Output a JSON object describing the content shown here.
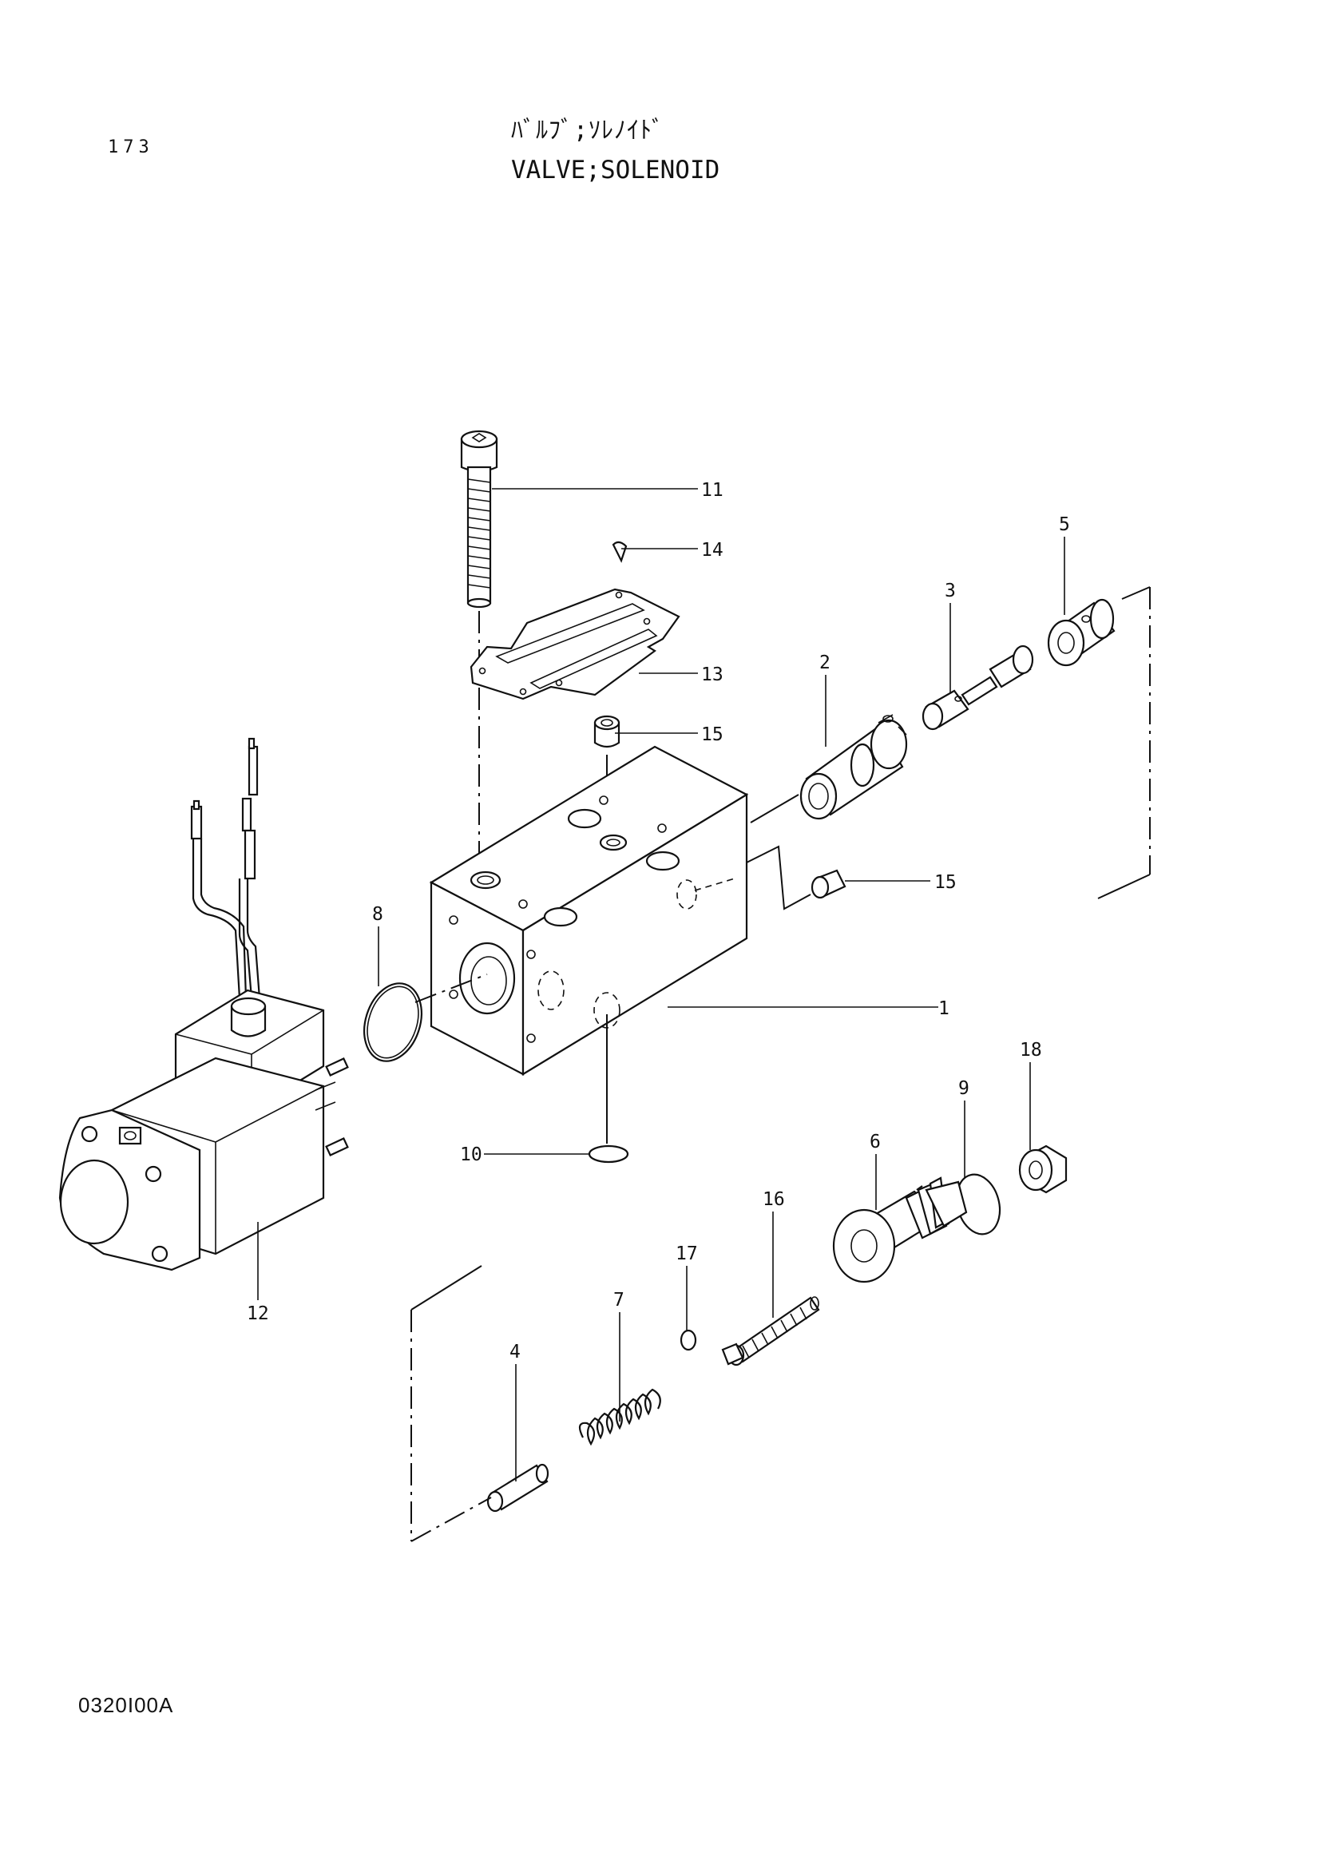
{
  "header": {
    "page_number": "173",
    "title_jp": "ﾊﾞﾙﾌﾞ;ｿﾚﾉｲﾄﾞ",
    "title_en": "VALVE;SOLENOID"
  },
  "footer": {
    "drawing_code": "0320I00A"
  },
  "callouts": [
    {
      "id": "callout-1",
      "label": "1"
    },
    {
      "id": "callout-2",
      "label": "2"
    },
    {
      "id": "callout-3",
      "label": "3"
    },
    {
      "id": "callout-4",
      "label": "4"
    },
    {
      "id": "callout-5",
      "label": "5"
    },
    {
      "id": "callout-6",
      "label": "6"
    },
    {
      "id": "callout-7",
      "label": "7"
    },
    {
      "id": "callout-8",
      "label": "8"
    },
    {
      "id": "callout-9",
      "label": "9"
    },
    {
      "id": "callout-10",
      "label": "10"
    },
    {
      "id": "callout-11",
      "label": "11"
    },
    {
      "id": "callout-12",
      "label": "12"
    },
    {
      "id": "callout-13",
      "label": "13"
    },
    {
      "id": "callout-14",
      "label": "14"
    },
    {
      "id": "callout-15a",
      "label": "15"
    },
    {
      "id": "callout-15b",
      "label": "15"
    },
    {
      "id": "callout-16",
      "label": "16"
    },
    {
      "id": "callout-17",
      "label": "17"
    },
    {
      "id": "callout-18",
      "label": "18"
    }
  ]
}
